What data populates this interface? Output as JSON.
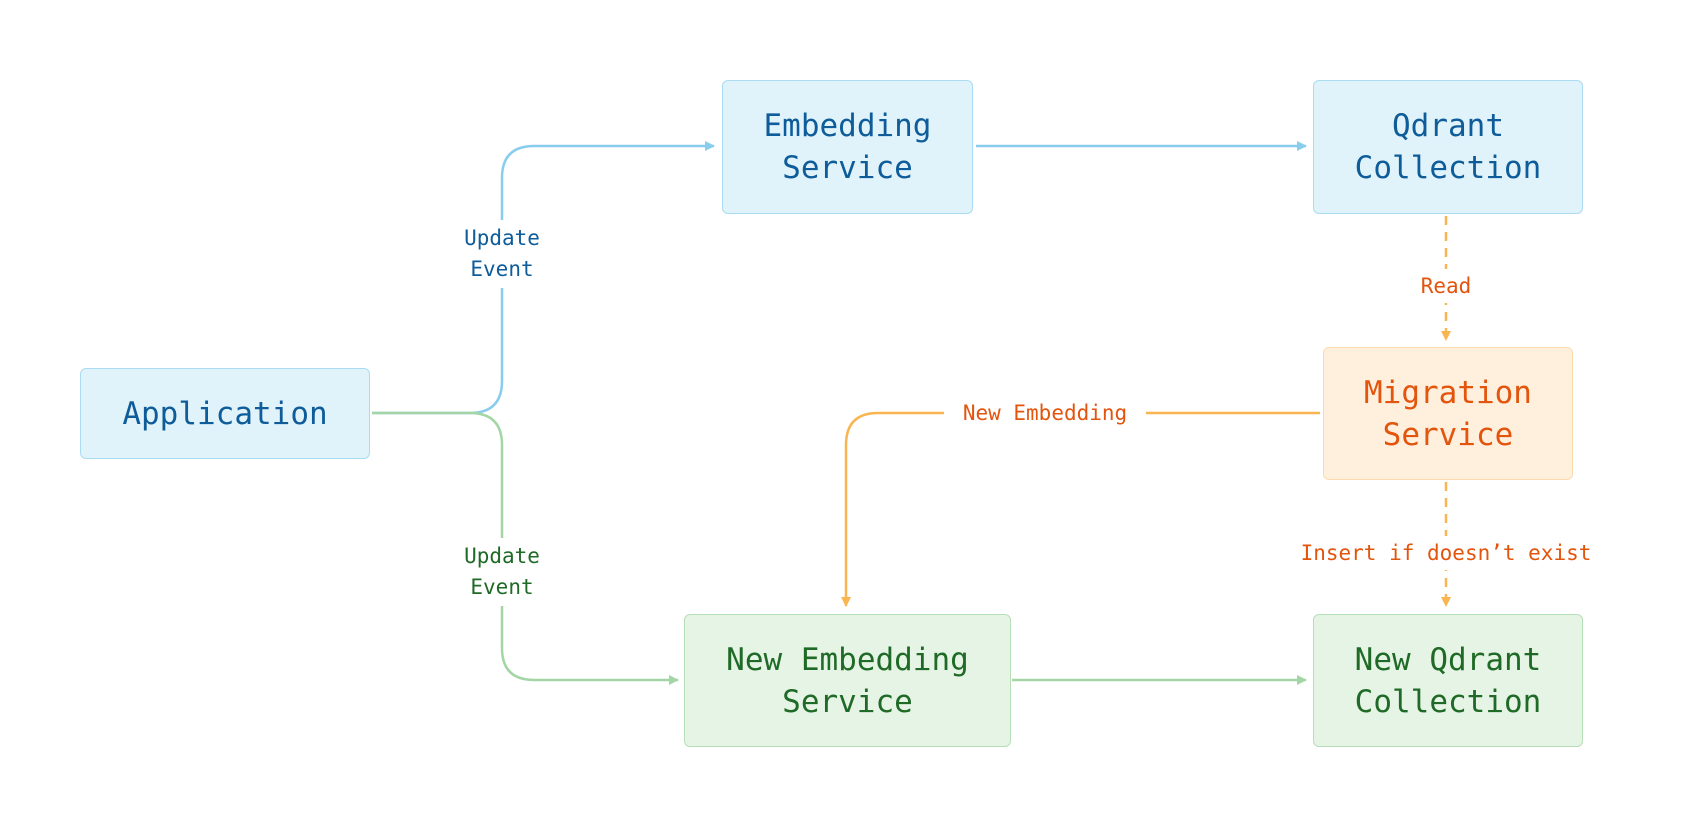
{
  "colors": {
    "blue_line": "#88cdee",
    "green_line": "#a4d6a5",
    "orange_line": "#f9b550",
    "blue_text": "#0e5c99",
    "green_text": "#1f6a26",
    "orange_text": "#e3540d"
  },
  "nodes": {
    "application": "Application",
    "embedding_service": "Embedding\nService",
    "qdrant_collection": "Qdrant\nCollection",
    "migration_service": "Migration\nService",
    "new_embedding_service": "New Embedding\nService",
    "new_qdrant_collection": "New Qdrant\nCollection"
  },
  "edge_labels": {
    "update_event_top": "Update\nEvent",
    "update_event_bottom": "Update\nEvent",
    "read": "Read",
    "new_embedding": "New Embedding",
    "insert_if_not_exists": "Insert if doesn’t exist"
  }
}
